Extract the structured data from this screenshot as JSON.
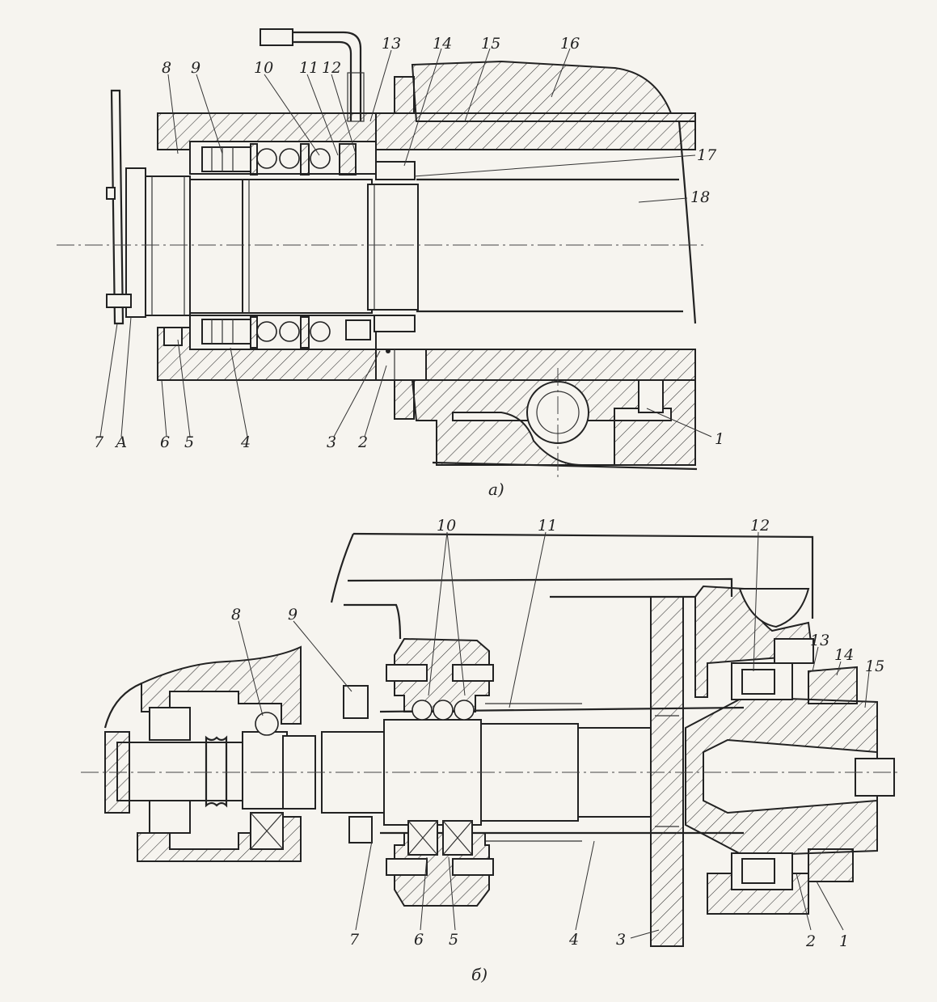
{
  "view_a": {
    "caption": "а)",
    "callouts": [
      "1",
      "2",
      "3",
      "4",
      "5",
      "6",
      "А",
      "7",
      "8",
      "9",
      "10",
      "11",
      "12",
      "13",
      "14",
      "15",
      "16",
      "17",
      "18"
    ]
  },
  "view_b": {
    "caption": "б)",
    "callouts": [
      "1",
      "2",
      "3",
      "4",
      "5",
      "6",
      "7",
      "8",
      "9",
      "10",
      "11",
      "12",
      "13",
      "14",
      "15"
    ]
  },
  "colors": {
    "paper": "#f6f4ef",
    "ink": "#222222"
  }
}
